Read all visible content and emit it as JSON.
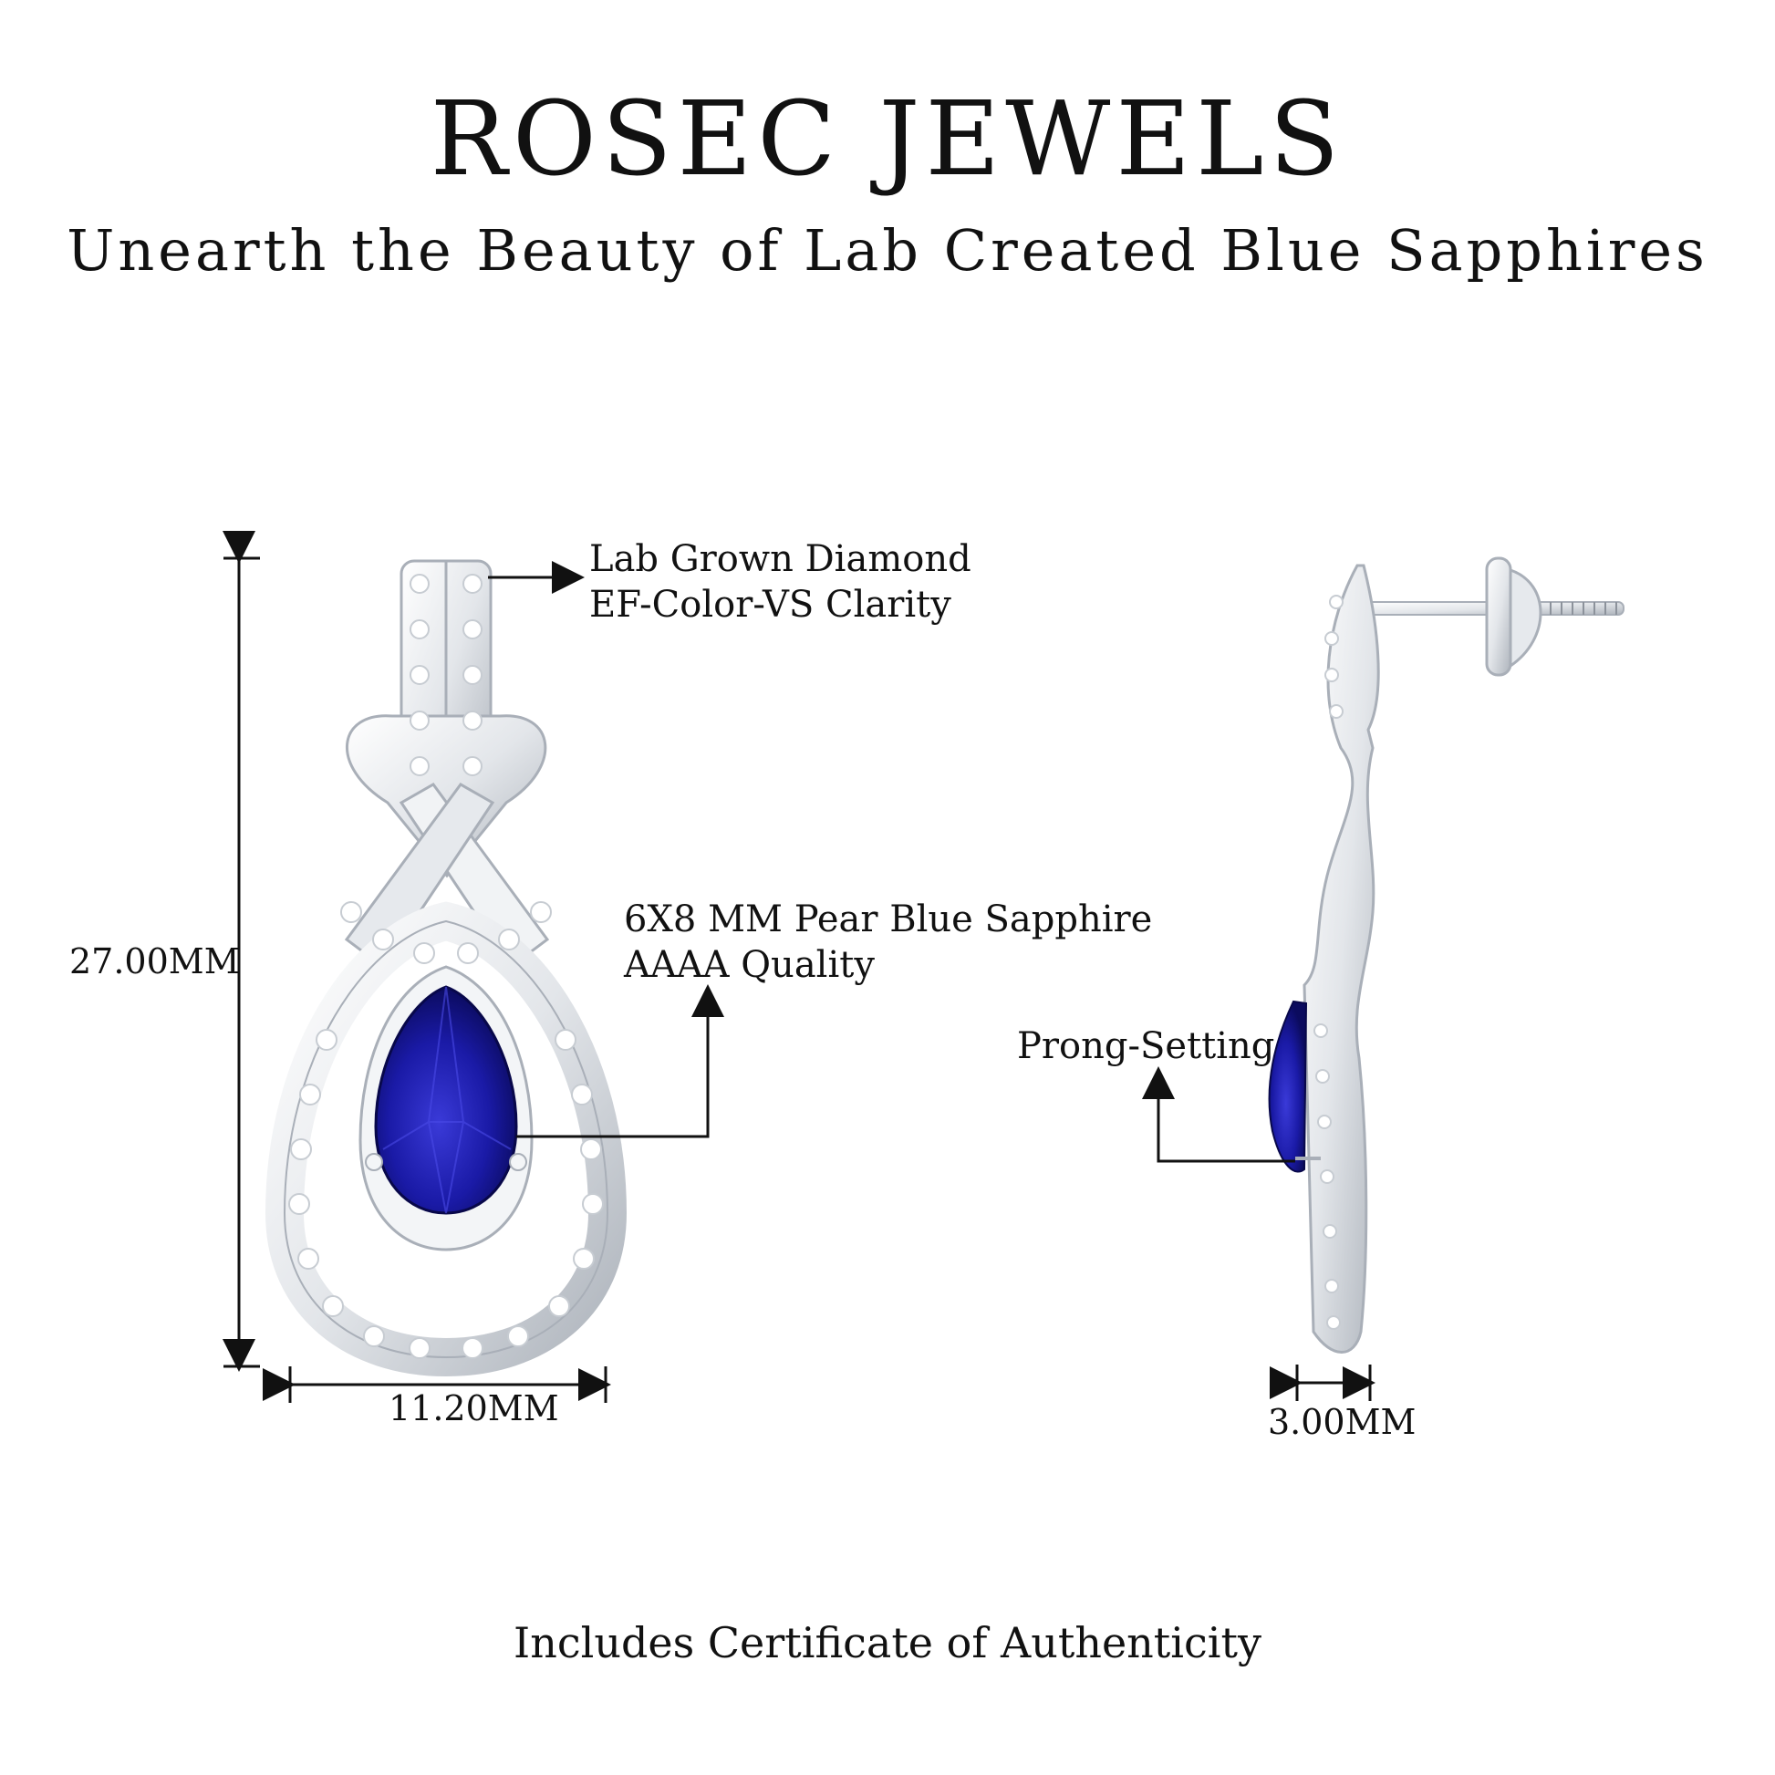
{
  "header": {
    "brand": "ROSEC JEWELS",
    "tagline": "Unearth the Beauty of Lab Created Blue Sapphires"
  },
  "callouts": {
    "diamond_line1": "Lab Grown Diamond",
    "diamond_line2": "EF-Color-VS Clarity",
    "sapphire_line1": "6X8 MM Pear Blue Sapphire",
    "sapphire_line2": "AAAA Quality",
    "prong": "Prong-Setting"
  },
  "dimensions": {
    "height": "27.00MM",
    "width": "11.20MM",
    "depth": "3.00MM"
  },
  "footer": {
    "certificate": "Includes Certificate of Authenticity"
  },
  "colors": {
    "metal": "#e8ebef",
    "metal_shade": "#b9bec6",
    "sapphire": "#1a1aa6",
    "sapphire_dark": "#0b0b5e",
    "text": "#111111"
  }
}
